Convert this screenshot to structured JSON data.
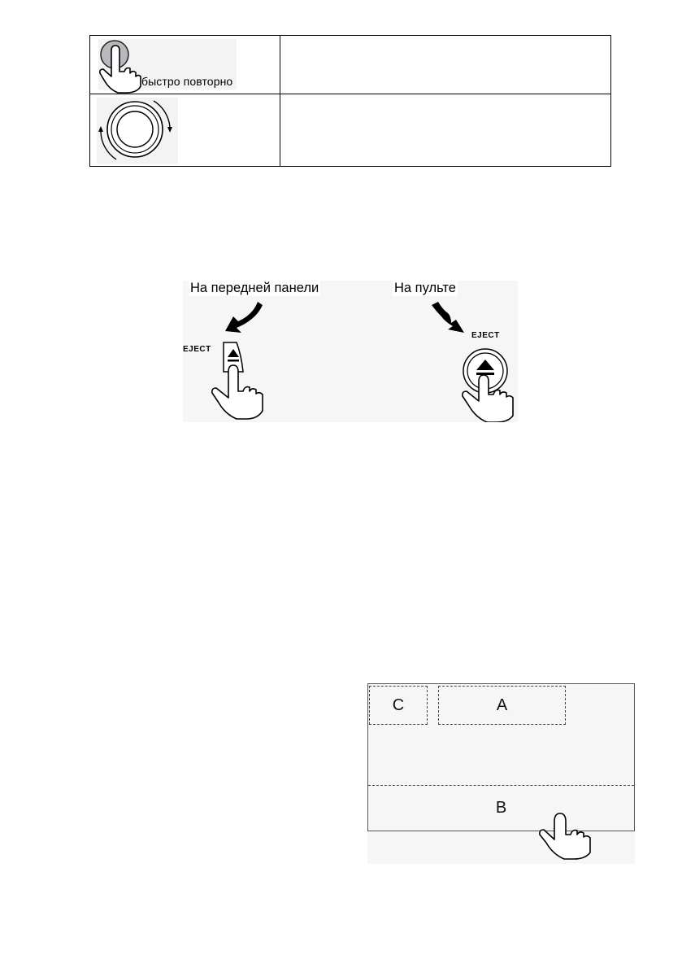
{
  "table": {
    "rows": [
      {
        "icon": "tap-button-repeatedly-icon",
        "label": "быстро повторно",
        "description": ""
      },
      {
        "icon": "rotary-knob-icon",
        "label": "",
        "description": ""
      }
    ]
  },
  "eject_figure": {
    "front_panel_label": "На передней панели",
    "remote_label": "На пульте",
    "front_eject_text": "EJECT",
    "remote_eject_text": "EJECT"
  },
  "screen_figure": {
    "zone_c": "C",
    "zone_a": "A",
    "zone_b": "B"
  }
}
